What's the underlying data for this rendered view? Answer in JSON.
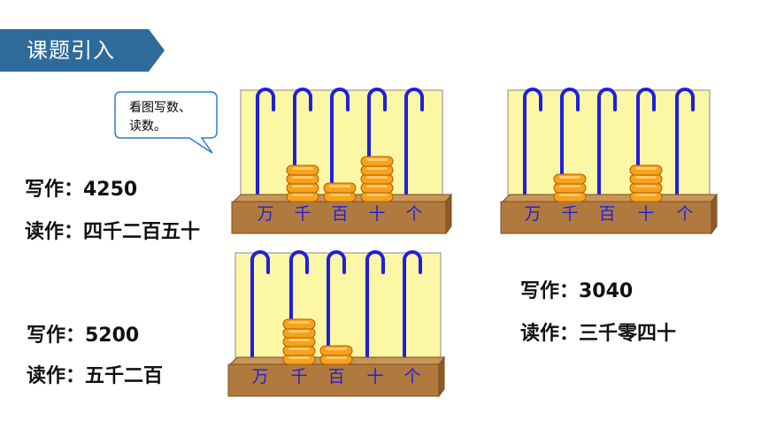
{
  "banner": {
    "title": "课题引入",
    "color": "#2f6b9a"
  },
  "bubble": {
    "text_line1": "看图写数、",
    "text_line2": "读数。"
  },
  "places": [
    "万",
    "千",
    "百",
    "十",
    "个"
  ],
  "abaci": [
    {
      "id": "a1",
      "write_label": "写作：4250",
      "read_label": "读作：四千二百五十",
      "beads": [
        0,
        4,
        2,
        5,
        0
      ]
    },
    {
      "id": "a2",
      "write_label": "写作：3040",
      "read_label": "读作：三千零四十",
      "beads": [
        0,
        3,
        0,
        4,
        0
      ]
    },
    {
      "id": "a3",
      "write_label": "写作：5200",
      "read_label": "读作：五千二百",
      "beads": [
        0,
        5,
        2,
        0,
        0
      ]
    }
  ],
  "colors": {
    "board": "#fbf7a5",
    "base": "#b07a3e",
    "rod": "#1f1fe0",
    "bead": "#f6a21b",
    "place_text": "#1f1fe0"
  }
}
